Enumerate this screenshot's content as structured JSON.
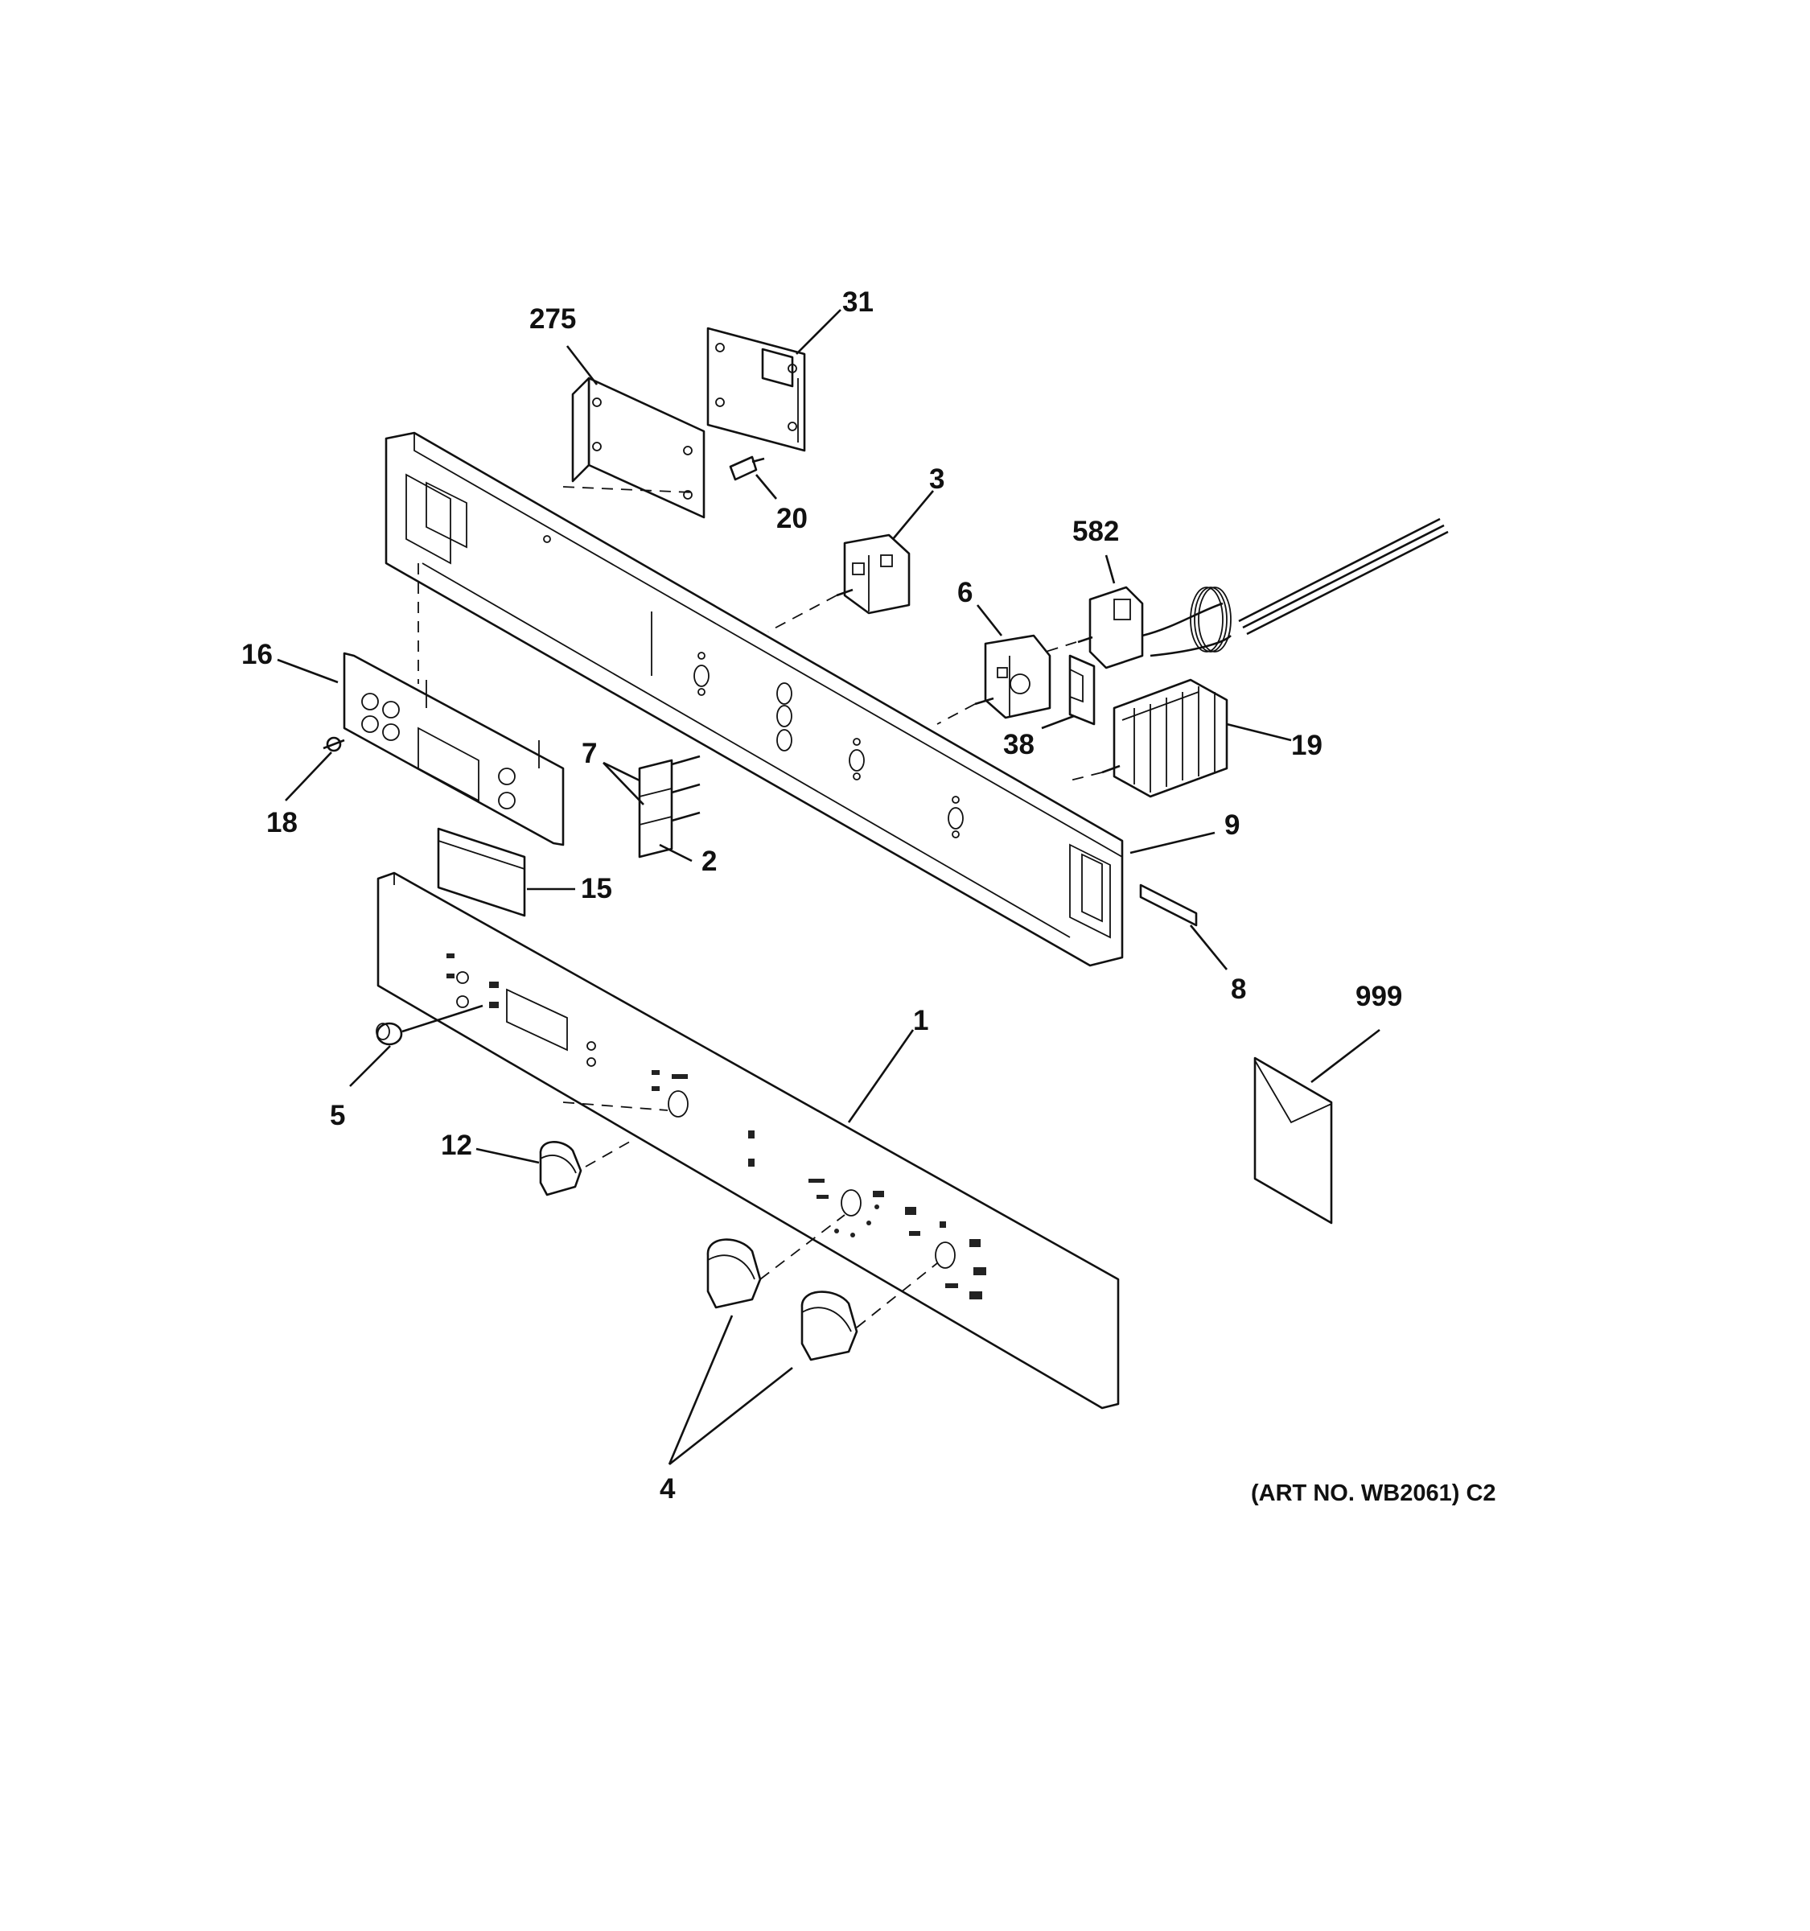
{
  "diagram": {
    "art_number": "(ART NO. WB2061) C2",
    "callouts": [
      {
        "id": "c1",
        "text": "1"
      },
      {
        "id": "c2",
        "text": "2"
      },
      {
        "id": "c3",
        "text": "3"
      },
      {
        "id": "c4",
        "text": "4"
      },
      {
        "id": "c5",
        "text": "5"
      },
      {
        "id": "c6",
        "text": "6"
      },
      {
        "id": "c7",
        "text": "7"
      },
      {
        "id": "c8",
        "text": "8"
      },
      {
        "id": "c9",
        "text": "9"
      },
      {
        "id": "c12",
        "text": "12"
      },
      {
        "id": "c15",
        "text": "15"
      },
      {
        "id": "c16",
        "text": "16"
      },
      {
        "id": "c18",
        "text": "18"
      },
      {
        "id": "c19",
        "text": "19"
      },
      {
        "id": "c20",
        "text": "20"
      },
      {
        "id": "c31",
        "text": "31"
      },
      {
        "id": "c38",
        "text": "38"
      },
      {
        "id": "c275",
        "text": "275"
      },
      {
        "id": "c582",
        "text": "582"
      },
      {
        "id": "c999",
        "text": "999"
      }
    ]
  }
}
